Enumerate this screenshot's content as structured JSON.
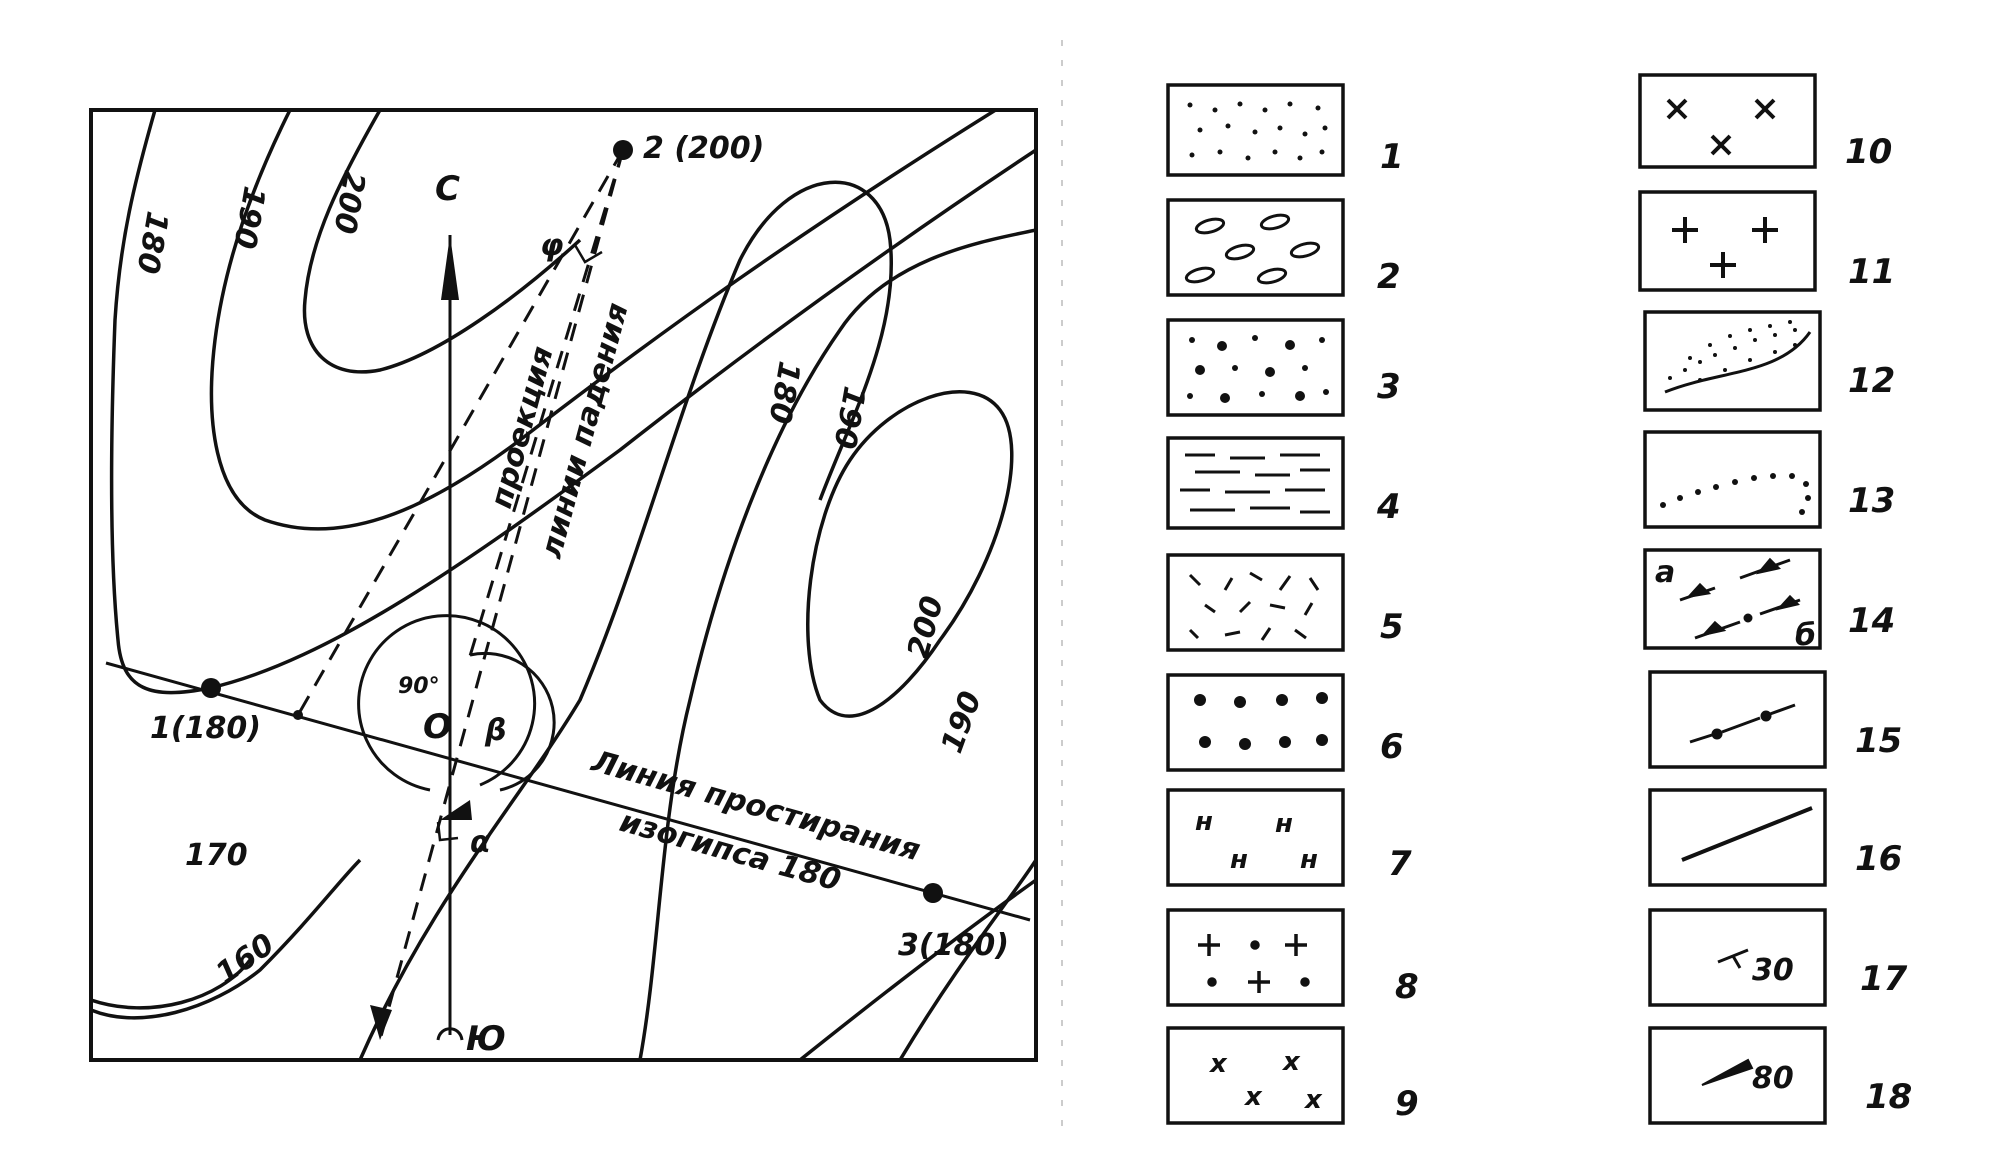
{
  "map": {
    "north_label": "С",
    "south_label": "Ю",
    "center_label": "О",
    "points": [
      {
        "id": "1",
        "label": "1(180)"
      },
      {
        "id": "2",
        "label": "2 (200)"
      },
      {
        "id": "3",
        "label": "3(180)"
      }
    ],
    "contours": {
      "c180_top": "180",
      "c190_top": "190",
      "c200_top": "200",
      "c180_right": "180",
      "c190_right": "190",
      "c200_right": "200",
      "c190_right_low": "190",
      "c160": "160",
      "v170": "170"
    },
    "angles": {
      "phi": "φ",
      "beta": "β",
      "alpha": "α",
      "right_angle": "90°"
    },
    "dip_line_text_1": "проекция",
    "dip_line_text_2": "линии падения",
    "strike_text_1": "Линия простирания",
    "strike_text_2": "изогипса 180"
  },
  "legend": {
    "items": [
      {
        "number": "1",
        "pattern": "fine-dots"
      },
      {
        "number": "2",
        "pattern": "ovals"
      },
      {
        "number": "3",
        "pattern": "large-dots"
      },
      {
        "number": "4",
        "pattern": "dashes"
      },
      {
        "number": "5",
        "pattern": "random-strokes"
      },
      {
        "number": "6",
        "pattern": "filled-dots"
      },
      {
        "number": "7",
        "pattern": "double-ticks",
        "symbols": [
          "н",
          "н",
          "н",
          "н"
        ]
      },
      {
        "number": "8",
        "pattern": "crosses-dots"
      },
      {
        "number": "9",
        "pattern": "small-x",
        "symbols": [
          "x",
          "x",
          "x",
          "x"
        ]
      },
      {
        "number": "10",
        "pattern": "large-x"
      },
      {
        "number": "11",
        "pattern": "large-plus"
      },
      {
        "number": "12",
        "pattern": "dotted-wedge"
      },
      {
        "number": "13",
        "pattern": "dotted-line"
      },
      {
        "number": "14",
        "pattern": "thrust-lines",
        "sub_a": "а",
        "sub_b": "б"
      },
      {
        "number": "15",
        "pattern": "dash-dot-line"
      },
      {
        "number": "16",
        "pattern": "solid-line"
      },
      {
        "number": "17",
        "pattern": "strike-dip",
        "value": "30"
      },
      {
        "number": "18",
        "pattern": "dip-wedge",
        "value": "80"
      }
    ]
  }
}
